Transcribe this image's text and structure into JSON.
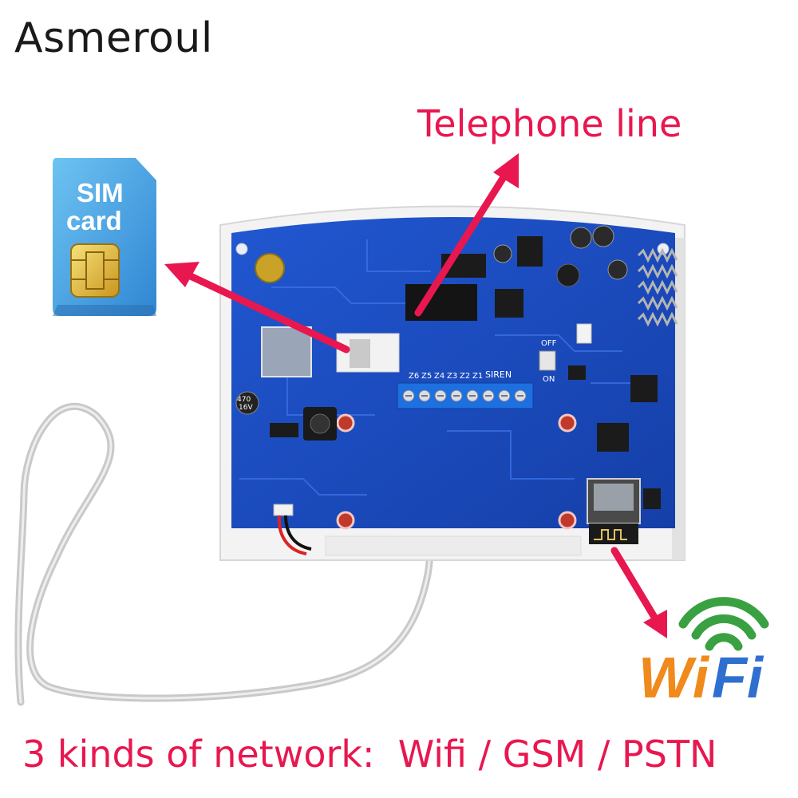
{
  "brand": "Asmeroul",
  "labels": {
    "telephone_line": "Telephone line",
    "sim_line1": "SIM",
    "sim_line2": "card",
    "wifi_letters": [
      "W",
      "i",
      "F",
      "i"
    ],
    "caption": "3 kinds of network:  Wifi / GSM / PSTN"
  },
  "board_markings": {
    "siren": "SIREN",
    "off": "OFF",
    "on": "ON",
    "cap": "470\n16V",
    "zones": [
      "Z1",
      "Z2",
      "Z3",
      "Z4",
      "Z5",
      "Z6"
    ]
  },
  "colors": {
    "accent_red": "#e8174f",
    "pcb_blue": "#1b4fc4",
    "sim_blue": "#3f9fe0",
    "wifi_green": "#3aa142",
    "wifi_orange": "#f08a1c",
    "wifi_blue": "#2f6fd0"
  },
  "icons": [
    "sim-card-icon",
    "wifi-logo-icon",
    "arrow-icon"
  ]
}
